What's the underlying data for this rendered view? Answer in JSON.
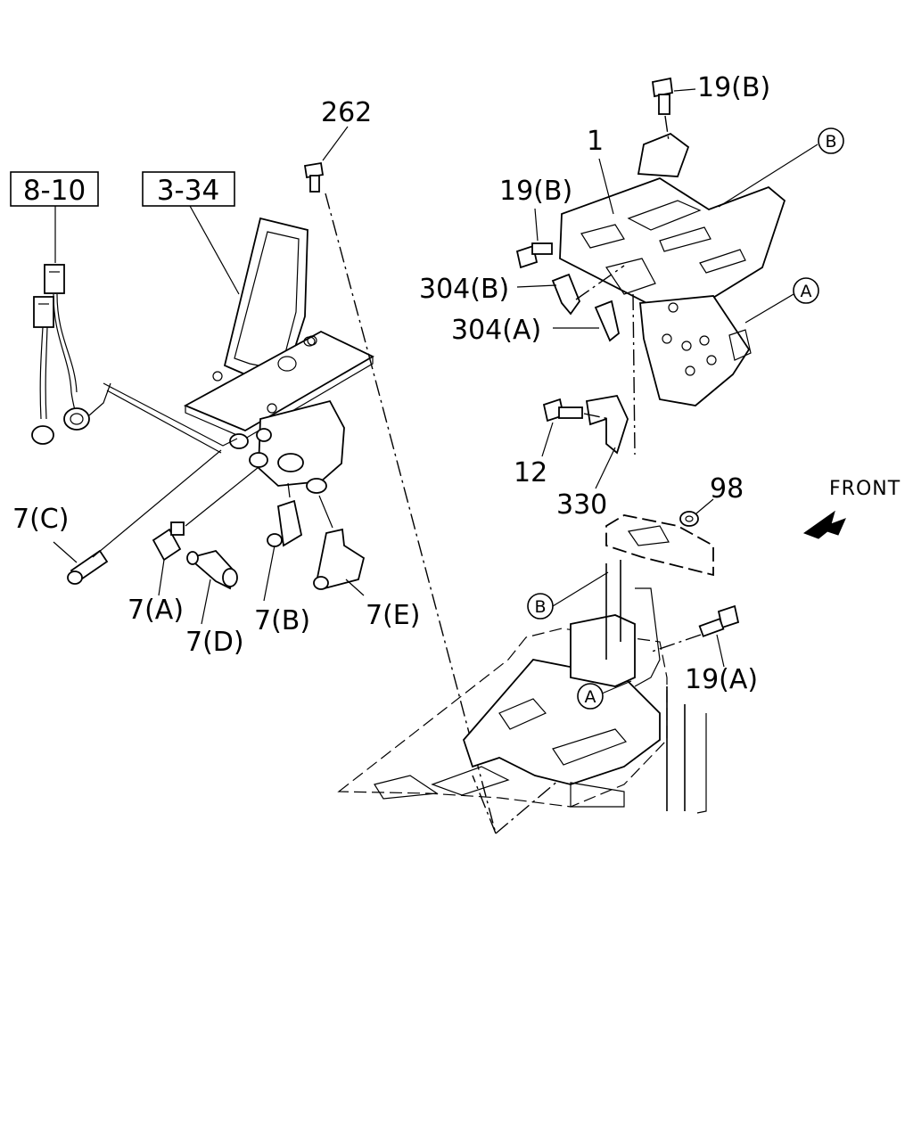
{
  "diagram": {
    "ref_boxes": [
      "8-10",
      "3-34"
    ],
    "part_labels": {
      "p262": "262",
      "p19b_top": "19(B)",
      "p1": "1",
      "p19b_left": "19(B)",
      "p304b": "304(B)",
      "p304a": "304(A)",
      "p12": "12",
      "p330": "330",
      "p98": "98",
      "p7c": "7(C)",
      "p7a": "7(A)",
      "p7d": "7(D)",
      "p7b": "7(B)",
      "p7e": "7(E)",
      "p19a": "19(A)"
    },
    "circle_refs": {
      "b_top": "B",
      "a_right": "A",
      "b_lower": "B",
      "a_lower": "A"
    },
    "front_label": "FRONT"
  }
}
